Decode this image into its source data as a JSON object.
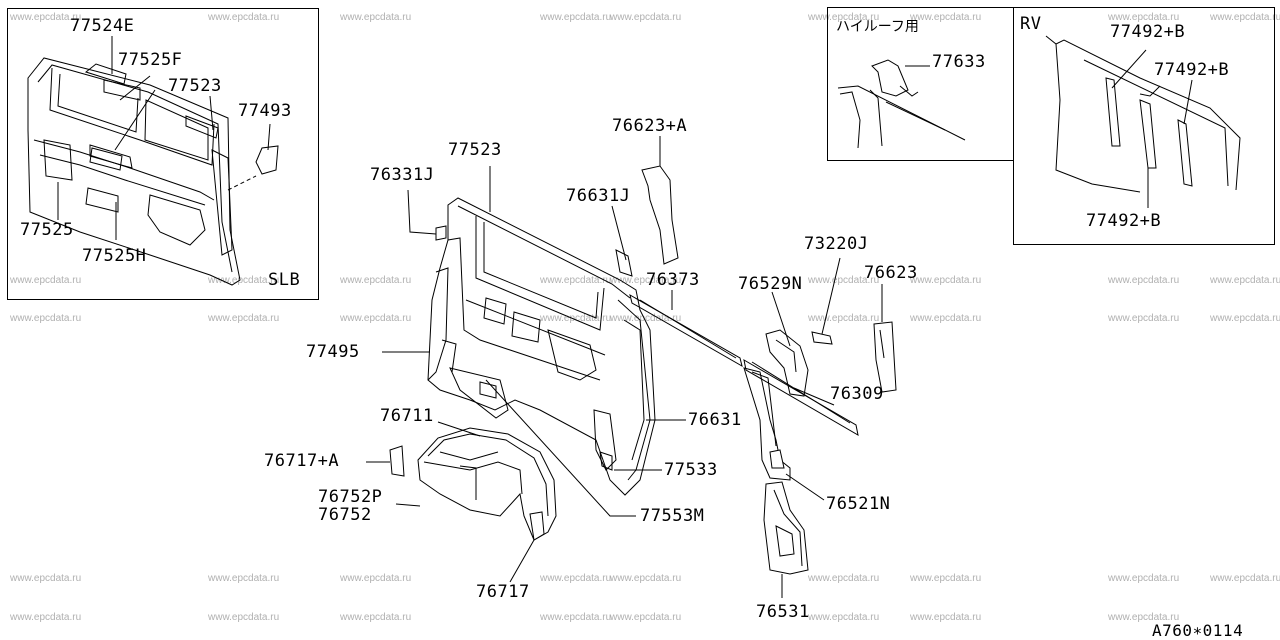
{
  "inset_left": {
    "caption": "SLB"
  },
  "inset_mid": {
    "caption": "ハイルーフ用"
  },
  "inset_right": {
    "caption": "RV"
  },
  "watermark": "www.epcdata.ru",
  "drawing_code": "A760∗0114",
  "parts": {
    "p77524e": "77524E",
    "p77525f": "77525F",
    "p77523_slb": "77523",
    "p77493": "77493",
    "p77525": "77525",
    "p77525h": "77525H",
    "p77633": "77633",
    "p77492b_1": "77492+B",
    "p77492b_2": "77492+B",
    "p77492b_3": "77492+B",
    "p77523": "77523",
    "p76331j": "76331J",
    "p76623a": "76623+A",
    "p76631j": "76631J",
    "p76373": "76373",
    "p73220j": "73220J",
    "p76529n": "76529N",
    "p76623": "76623",
    "p77495": "77495",
    "p76309": "76309",
    "p76711": "76711",
    "p76631": "76631",
    "p76717a": "76717+A",
    "p77533": "77533",
    "p76752p": "76752P",
    "p76752": "76752",
    "p77553m": "77553M",
    "p76521n": "76521N",
    "p76717": "76717",
    "p76531": "76531"
  }
}
